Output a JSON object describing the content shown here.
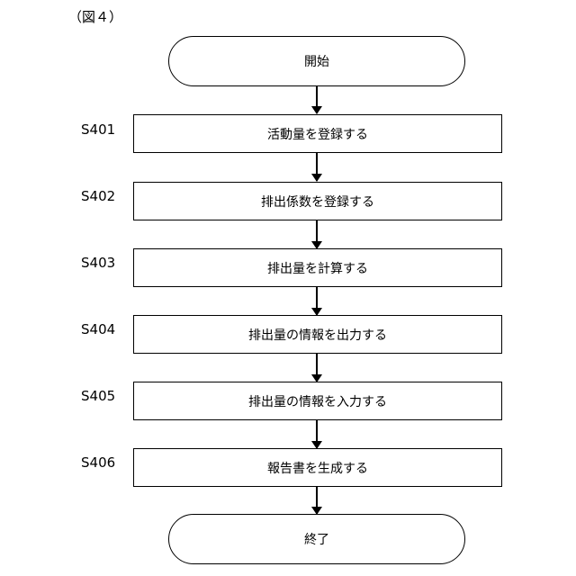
{
  "figure_label": "（図４）",
  "start_label": "開始",
  "end_label": "終了",
  "steps": [
    {
      "id": "S401",
      "label": "活動量を登録する"
    },
    {
      "id": "S402",
      "label": "排出係数を登録する"
    },
    {
      "id": "S403",
      "label": "排出量を計算する"
    },
    {
      "id": "S404",
      "label": "排出量の情報を出力する"
    },
    {
      "id": "S405",
      "label": "排出量の情報を入力する"
    },
    {
      "id": "S406",
      "label": "報告書を生成する"
    }
  ]
}
